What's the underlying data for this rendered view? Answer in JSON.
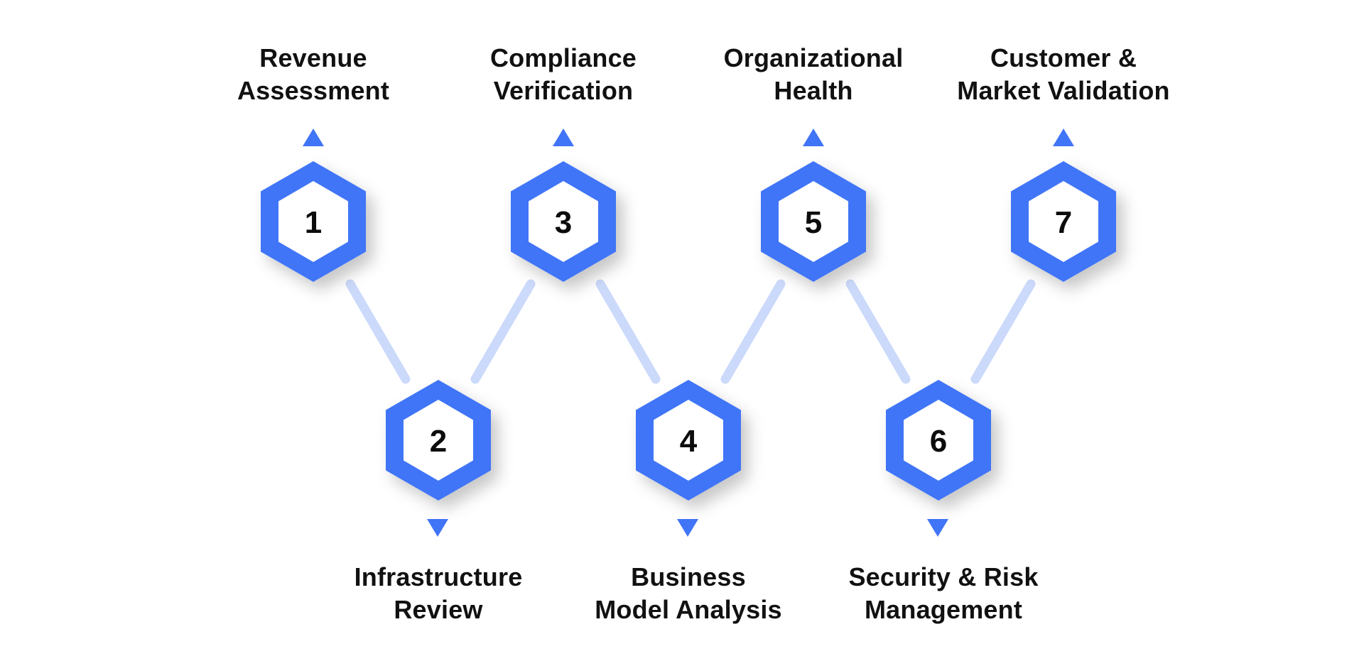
{
  "colors": {
    "accent": "#4175f7",
    "connector": "#cbd9fb",
    "text": "#111111",
    "background": "#ffffff"
  },
  "steps": [
    {
      "number": "1",
      "label_line1": "Revenue",
      "label_line2": "Assessment",
      "arrow": "up"
    },
    {
      "number": "2",
      "label_line1": "Infrastructure",
      "label_line2": "Review",
      "arrow": "down"
    },
    {
      "number": "3",
      "label_line1": "Compliance",
      "label_line2": "Verification",
      "arrow": "up"
    },
    {
      "number": "4",
      "label_line1": "Business",
      "label_line2": "Model Analysis",
      "arrow": "down"
    },
    {
      "number": "5",
      "label_line1": "Organizational",
      "label_line2": "Health",
      "arrow": "up"
    },
    {
      "number": "6",
      "label_line1": "Security & Risk",
      "label_line2": "Management",
      "arrow": "down"
    },
    {
      "number": "7",
      "label_line1": "Customer &",
      "label_line2": "Market Validation",
      "arrow": "up"
    }
  ]
}
